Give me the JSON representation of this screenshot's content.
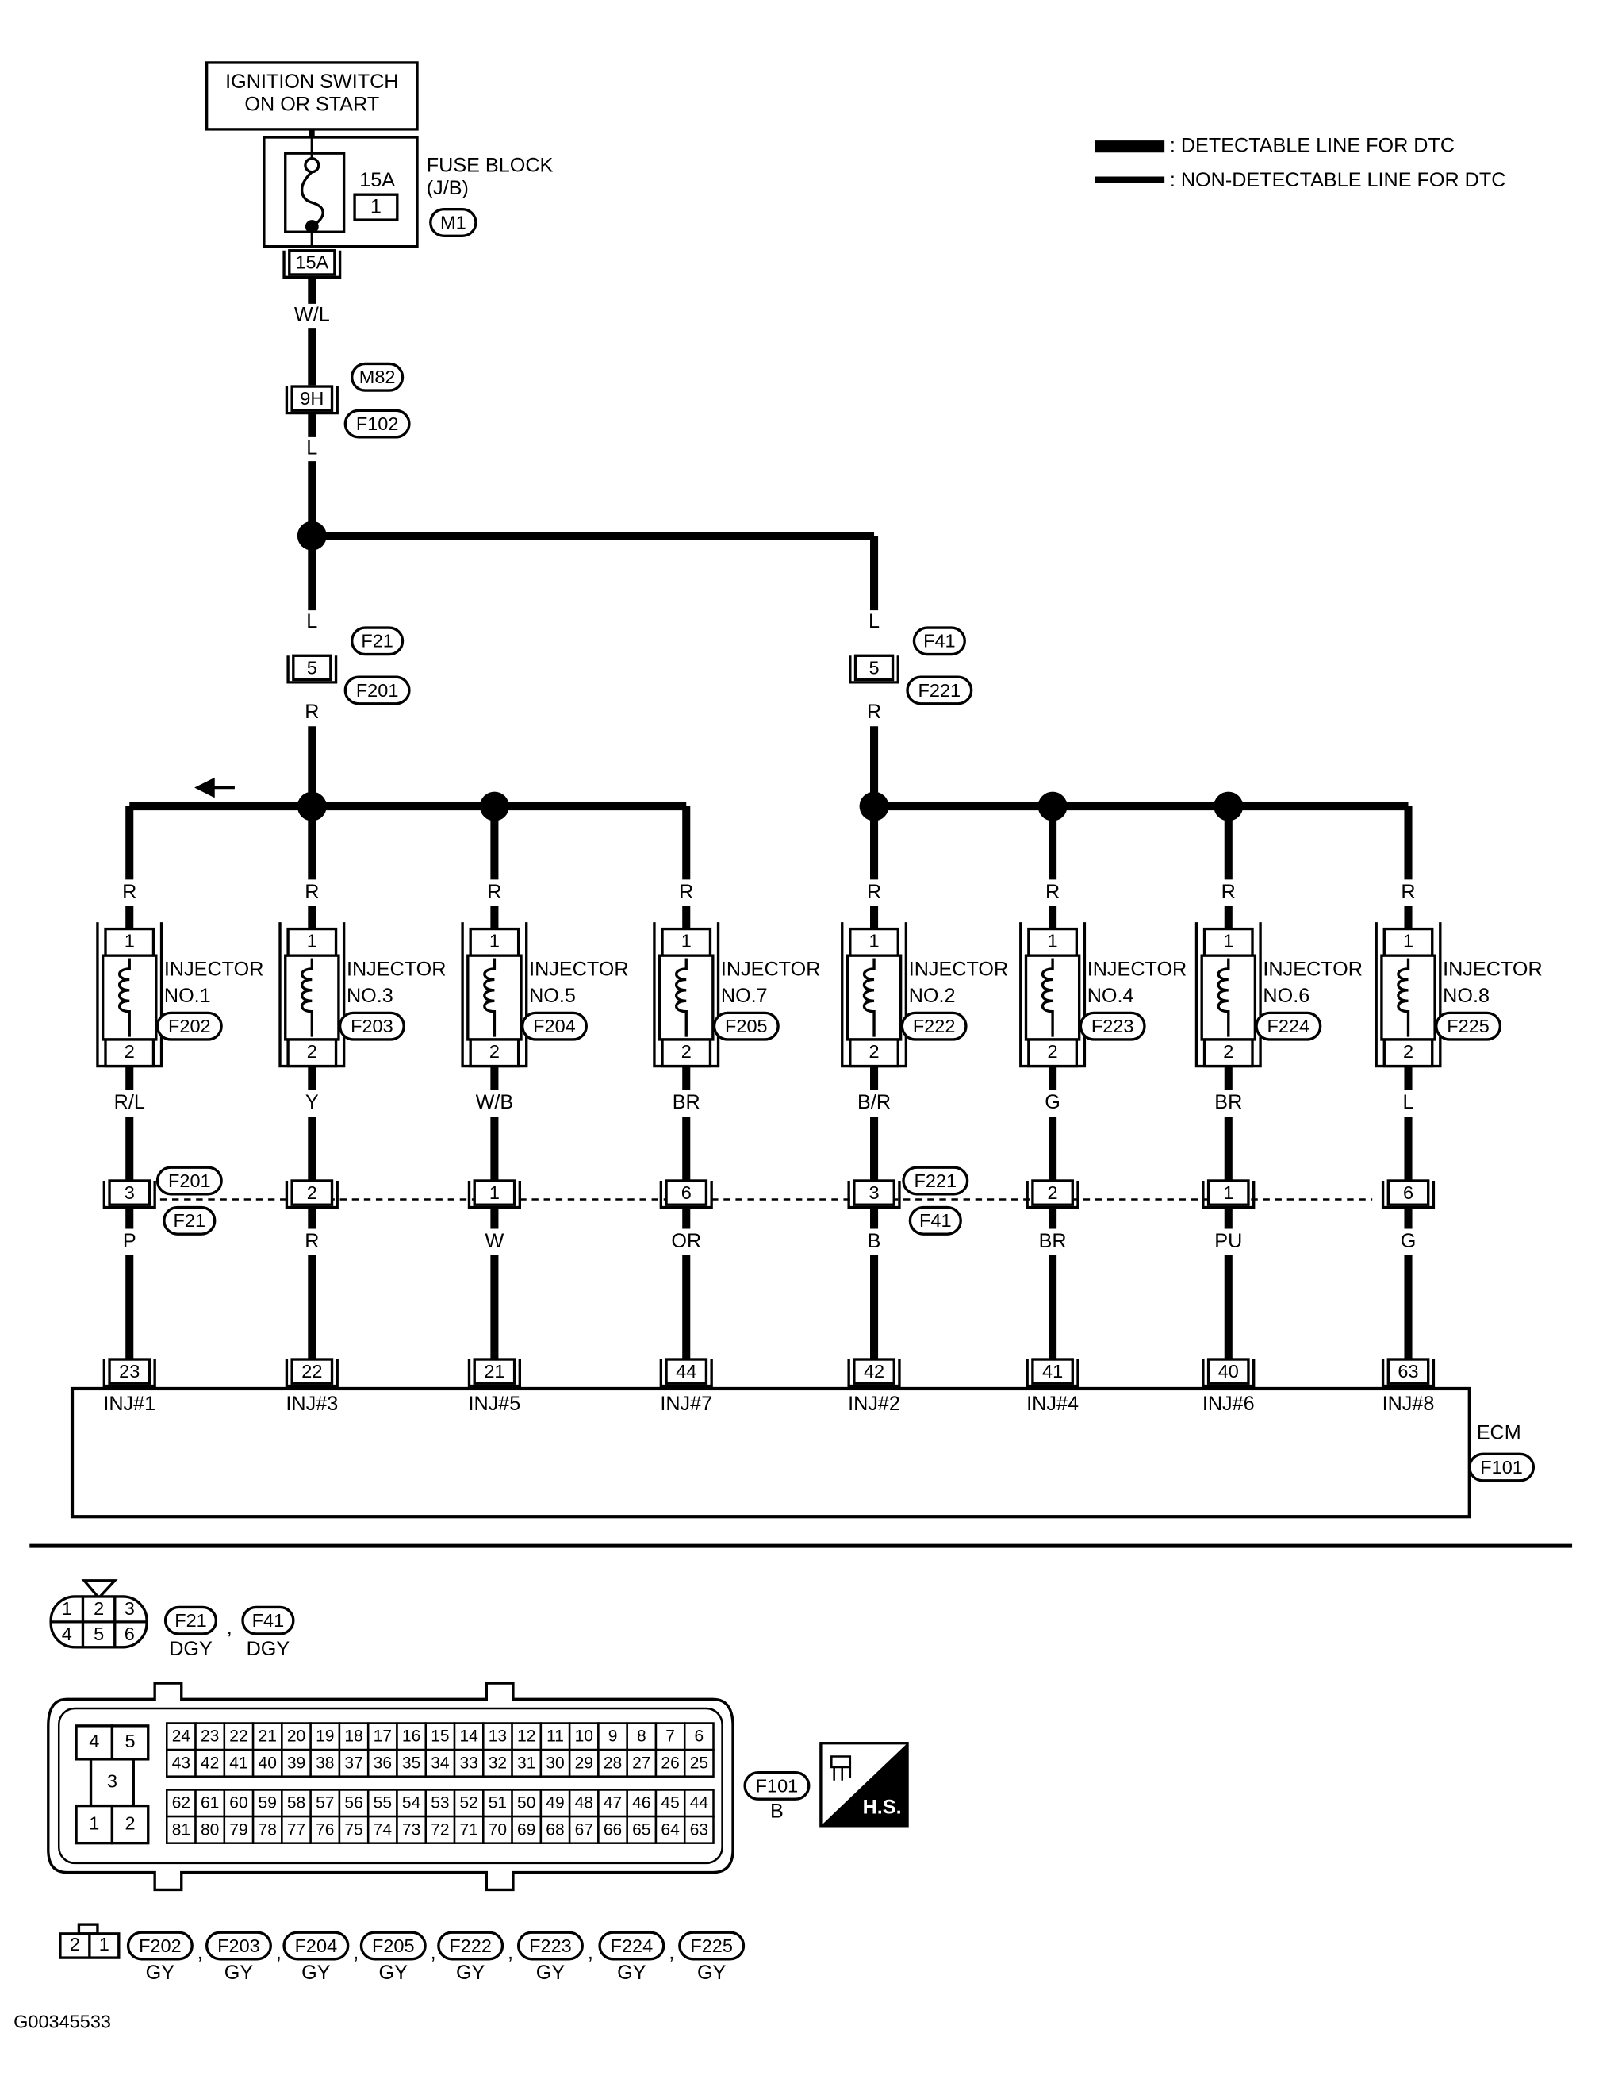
{
  "legend": {
    "detectable": ": DETECTABLE LINE FOR DTC",
    "non_detectable": ": NON-DETECTABLE LINE FOR DTC"
  },
  "ignition": {
    "line1": "IGNITION SWITCH",
    "line2": "ON OR START"
  },
  "fuse_block": {
    "label": "FUSE BLOCK",
    "sub": "(J/B)",
    "connector": "M1",
    "rating": "15A",
    "fuse_no": "1",
    "terminal": "15A"
  },
  "supply": {
    "wire_wl": "W/L",
    "joint_pin": "9H",
    "joint_top": "M82",
    "joint_bottom": "F102",
    "wire_l": "L"
  },
  "branches": [
    {
      "wire_in": "L",
      "pin": "5",
      "conn_top": "F21",
      "conn_bottom": "F201",
      "wire_out": "R"
    },
    {
      "wire_in": "L",
      "pin": "5",
      "conn_top": "F41",
      "conn_bottom": "F221",
      "wire_out": "R"
    }
  ],
  "injectors": [
    {
      "name": "INJECTOR",
      "no": "NO.1",
      "conn": "F202",
      "supply_wire": "R",
      "pin1": "1",
      "pin2": "2",
      "out_wire": "R/L",
      "joint_pin": "3",
      "ecm_wire": "P",
      "ecm_pin": "23",
      "ecm_label": "INJ#1"
    },
    {
      "name": "INJECTOR",
      "no": "NO.3",
      "conn": "F203",
      "supply_wire": "R",
      "pin1": "1",
      "pin2": "2",
      "out_wire": "Y",
      "joint_pin": "2",
      "ecm_wire": "R",
      "ecm_pin": "22",
      "ecm_label": "INJ#3"
    },
    {
      "name": "INJECTOR",
      "no": "NO.5",
      "conn": "F204",
      "supply_wire": "R",
      "pin1": "1",
      "pin2": "2",
      "out_wire": "W/B",
      "joint_pin": "1",
      "ecm_wire": "W",
      "ecm_pin": "21",
      "ecm_label": "INJ#5"
    },
    {
      "name": "INJECTOR",
      "no": "NO.7",
      "conn": "F205",
      "supply_wire": "R",
      "pin1": "1",
      "pin2": "2",
      "out_wire": "BR",
      "joint_pin": "6",
      "ecm_wire": "OR",
      "ecm_pin": "44",
      "ecm_label": "INJ#7"
    },
    {
      "name": "INJECTOR",
      "no": "NO.2",
      "conn": "F222",
      "supply_wire": "R",
      "pin1": "1",
      "pin2": "2",
      "out_wire": "B/R",
      "joint_pin": "3",
      "ecm_wire": "B",
      "ecm_pin": "42",
      "ecm_label": "INJ#2"
    },
    {
      "name": "INJECTOR",
      "no": "NO.4",
      "conn": "F223",
      "supply_wire": "R",
      "pin1": "1",
      "pin2": "2",
      "out_wire": "G",
      "joint_pin": "2",
      "ecm_wire": "BR",
      "ecm_pin": "41",
      "ecm_label": "INJ#4"
    },
    {
      "name": "INJECTOR",
      "no": "NO.6",
      "conn": "F224",
      "supply_wire": "R",
      "pin1": "1",
      "pin2": "2",
      "out_wire": "BR",
      "joint_pin": "1",
      "ecm_wire": "PU",
      "ecm_pin": "40",
      "ecm_label": "INJ#6"
    },
    {
      "name": "INJECTOR",
      "no": "NO.8",
      "conn": "F225",
      "supply_wire": "R",
      "pin1": "1",
      "pin2": "2",
      "out_wire": "L",
      "joint_pin": "6",
      "ecm_wire": "G",
      "ecm_pin": "63",
      "ecm_label": "INJ#8"
    }
  ],
  "joint_connectors": [
    {
      "top": "F201",
      "bottom": "F21"
    },
    {
      "top": "F221",
      "bottom": "F41"
    }
  ],
  "ecm": {
    "label": "ECM",
    "connector": "F101"
  },
  "connector_views": {
    "six_pin": {
      "pins": [
        "1",
        "2",
        "3",
        "4",
        "5",
        "6"
      ],
      "connectors": [
        {
          "id": "F21",
          "color": "DGY"
        },
        {
          "id": "F41",
          "color": "DGY"
        }
      ],
      "separator": ","
    },
    "ecm_connector": {
      "id": "F101",
      "color": "B",
      "power_pins": [
        "4",
        "5",
        "3",
        "1",
        "2"
      ],
      "rows": [
        [
          "24",
          "23",
          "22",
          "21",
          "20",
          "19",
          "18",
          "17",
          "16",
          "15",
          "14",
          "13",
          "12",
          "11",
          "10",
          "9",
          "8",
          "7",
          "6"
        ],
        [
          "43",
          "42",
          "41",
          "40",
          "39",
          "38",
          "37",
          "36",
          "35",
          "34",
          "33",
          "32",
          "31",
          "30",
          "29",
          "28",
          "27",
          "26",
          "25"
        ],
        [
          "62",
          "61",
          "60",
          "59",
          "58",
          "57",
          "56",
          "55",
          "54",
          "53",
          "52",
          "51",
          "50",
          "49",
          "48",
          "47",
          "46",
          "45",
          "44"
        ],
        [
          "81",
          "80",
          "79",
          "78",
          "77",
          "76",
          "75",
          "74",
          "73",
          "72",
          "71",
          "70",
          "69",
          "68",
          "67",
          "66",
          "65",
          "64",
          "63"
        ]
      ],
      "badge": "H.S."
    },
    "two_pin": {
      "pins": [
        "2",
        "1"
      ],
      "connectors": [
        {
          "id": "F202",
          "color": "GY"
        },
        {
          "id": "F203",
          "color": "GY"
        },
        {
          "id": "F204",
          "color": "GY"
        },
        {
          "id": "F205",
          "color": "GY"
        },
        {
          "id": "F222",
          "color": "GY"
        },
        {
          "id": "F223",
          "color": "GY"
        },
        {
          "id": "F224",
          "color": "GY"
        },
        {
          "id": "F225",
          "color": "GY"
        }
      ],
      "separator": ","
    }
  },
  "figure_id": "G00345533",
  "colors": {
    "ink": "#000000",
    "paper": "#ffffff"
  }
}
